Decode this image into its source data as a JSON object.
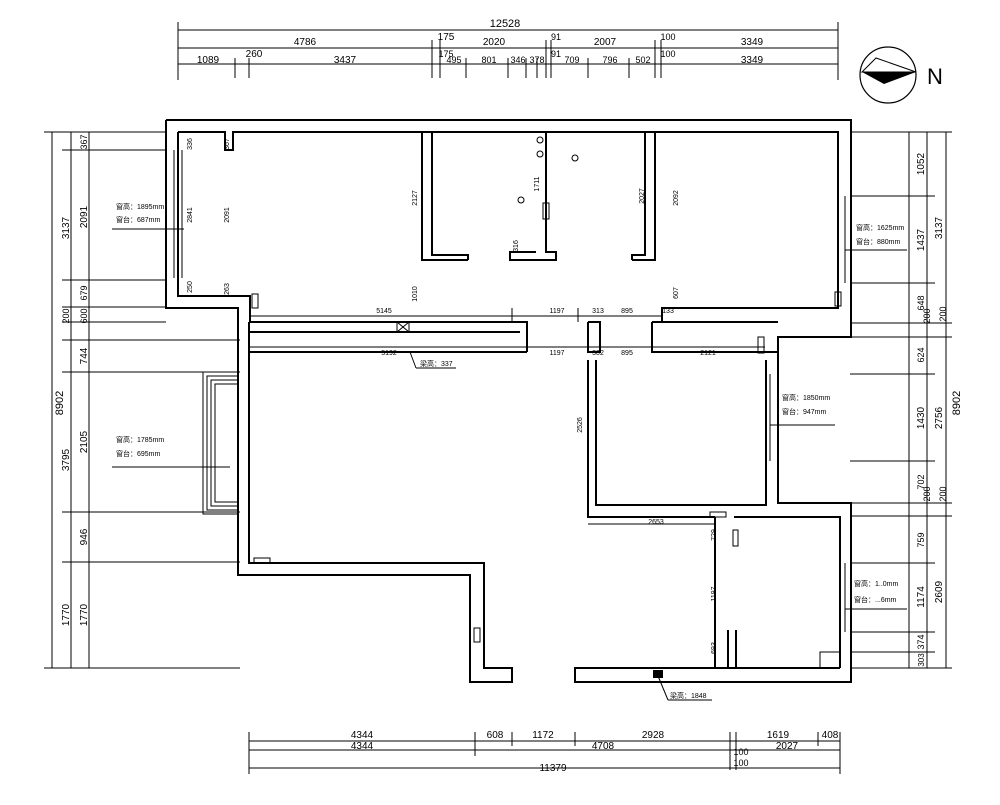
{
  "top_dims": {
    "total": "12528",
    "row1": [
      "4786",
      "175",
      "2020",
      "91",
      "2007",
      "100",
      "3349"
    ],
    "row2": [
      "1089",
      "260",
      "3437",
      "175",
      "495",
      "801",
      "346",
      "378",
      "91",
      "709",
      "796",
      "502",
      "100",
      "3349"
    ]
  },
  "bottom_dims": {
    "row1": [
      "4344",
      "608",
      "1172",
      "2928",
      "1619",
      "408"
    ],
    "row2": [
      "4344",
      "4708",
      "100",
      "2027"
    ],
    "row3": [
      "100"
    ],
    "total": "11379"
  },
  "left_dims": {
    "total": "8902",
    "outer": [
      "3137",
      "200",
      "744",
      "3795",
      "1770"
    ],
    "inner": [
      "367",
      "2091",
      "679",
      "600",
      "2105",
      "946",
      "1770"
    ]
  },
  "right_dims": {
    "total": "8902",
    "outer": [
      "3137",
      "200",
      "2756",
      "200",
      "2609"
    ],
    "inner": [
      "1052",
      "1437",
      "648",
      "200",
      "624",
      "1430",
      "702",
      "200",
      "759",
      "1174",
      "374",
      "303"
    ]
  },
  "interior_dims": {
    "wall_h": [
      "5145",
      "1197",
      "313",
      "895",
      "133"
    ],
    "wall_h2": [
      "5192",
      "1197",
      "302",
      "895",
      "2121"
    ],
    "bath_w": "2653",
    "v_labels": [
      "336",
      "2841",
      "2091",
      "367",
      "250",
      "263",
      "2127",
      "1010",
      "1711",
      "316",
      "2027",
      "2092",
      "607",
      "2526",
      "729",
      "1197",
      "693"
    ]
  },
  "window_notes": [
    {
      "id": "w1",
      "line1": "窗高：1895mm",
      "line2": "窗台：687mm"
    },
    {
      "id": "w2",
      "line1": "窗高：1625mm",
      "line2": "窗台：880mm"
    },
    {
      "id": "w3",
      "line1": "窗高：1785mm",
      "line2": "窗台：695mm"
    },
    {
      "id": "w4",
      "line1": "窗高：1850mm",
      "line2": "窗台：947mm"
    },
    {
      "id": "w5",
      "line1": "窗高：1..0mm",
      "line2": "窗台：...6mm"
    }
  ],
  "beam_notes": [
    {
      "id": "b1",
      "text": "梁高：337"
    },
    {
      "id": "b2",
      "text": "梁高：1848"
    }
  ],
  "compass_label": "N"
}
